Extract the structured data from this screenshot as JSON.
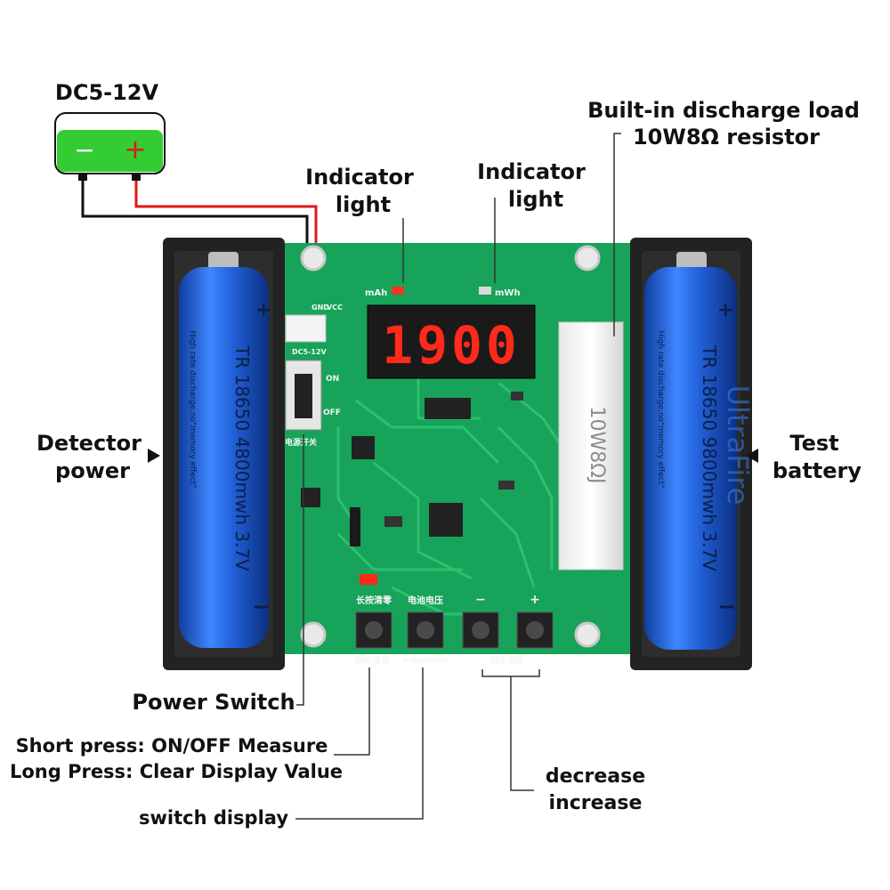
{
  "supply": {
    "label": "DC5-12V",
    "minus": "−",
    "plus": "+"
  },
  "callouts": {
    "indicator_left_1": "Indicator",
    "indicator_left_2": "light",
    "indicator_right_1": "Indicator",
    "indicator_right_2": "light",
    "load_1": "Built-in discharge load",
    "load_2": "10W8Ω resistor",
    "detector_1": "Detector",
    "detector_2": "power",
    "test_1": "Test",
    "test_2": "battery",
    "power_switch": "Power Switch",
    "short_press": "Short press:  ON/OFF Measure",
    "long_press": "Long Press:  Clear Display Value",
    "switch_display": "switch display",
    "decrease": "decrease",
    "increase": "increase"
  },
  "board": {
    "display_value": "1900",
    "led_mah": "mAh",
    "led_mwh": "mWh",
    "connector_gnd": "GND",
    "connector_vcc": "VCC",
    "connector_label": "DC5-12V",
    "switch_on": "ON",
    "switch_off": "OFF",
    "switch_cn": "电源开关",
    "btn1_top": "长按清零",
    "btn1_bottom": "启动/暂停",
    "btn2_top": "电池电压",
    "btn2_bottom": "mAh/mWh",
    "btn34_top_minus": "−",
    "btn34_top_plus": "+",
    "btn34_bottom": "终止电压",
    "resistor_text": "10W8ΩJ"
  },
  "batteries": {
    "left_model": "TR 18650 4800mwh 3.7V",
    "left_small": "High rate discharge,no\"memory effect\"",
    "right_model": "TR 18650 9800mwh 3.7V",
    "right_small": "High rate discharge,no\"memory effect\"",
    "brand": "UltraFire",
    "plus": "+",
    "minus": "−"
  },
  "colors": {
    "pcb": "#17a35a",
    "battery": "#1f5fd0",
    "holder": "#222222",
    "wire_red": "#e01818",
    "wire_black": "#111111",
    "supply_fill": "#33cc33",
    "segment": "#ff2a1a"
  }
}
